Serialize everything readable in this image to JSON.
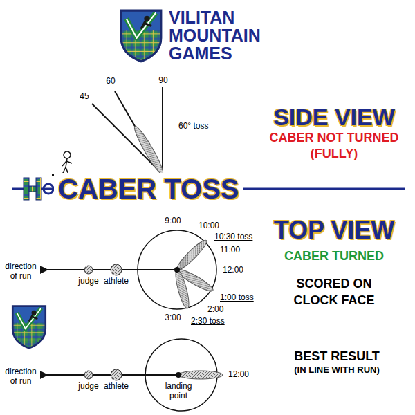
{
  "diagram": {
    "title": "VILITAN MOUNTAIN GAMES",
    "labels": [
      "SIDE VIEW",
      "CABER NOT TURNED (FULLY)",
      "45",
      "60",
      "90",
      "60° toss",
      "CABER TOSS",
      "TOP VIEW",
      "CABER TURNED",
      "SCORED ON CLOCK FACE",
      "9:00",
      "10:00",
      "10:30 toss",
      "11:00",
      "12:00",
      "1:00 toss",
      "2:00",
      "2:30 toss",
      "3:00",
      "direction of run",
      "judge",
      "athlete",
      "BEST RESULT",
      "(IN LINE WITH RUN)",
      "direction of run",
      "judge",
      "athlete",
      "landing point",
      "12:00"
    ]
  }
}
